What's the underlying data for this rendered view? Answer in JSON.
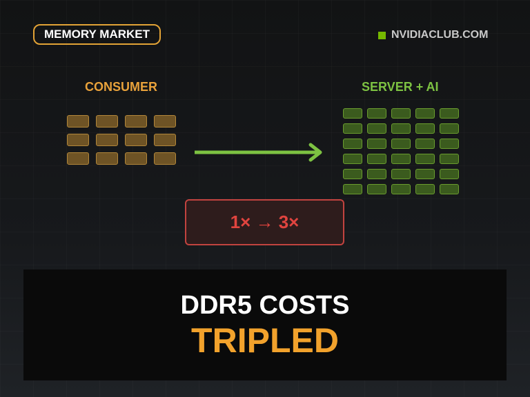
{
  "tag": {
    "label": "MEMORY MARKET"
  },
  "brand": {
    "label": "NVIDIACLUB.COM",
    "color": "#76b900"
  },
  "consumer": {
    "label": "CONSUMER",
    "chip_count": 12,
    "color": "#e9a23b"
  },
  "server": {
    "label": "SERVER + AI",
    "chip_count": 30,
    "color": "#7dc242"
  },
  "arrow": {
    "icon": "right-arrow-icon",
    "color": "#7dc242"
  },
  "ratio": {
    "text": "1× → 3×",
    "color": "#e0443f"
  },
  "banner": {
    "headline": "DDR5 COSTS",
    "subline": "TRIPLED",
    "subline_color": "#f2a22c"
  }
}
